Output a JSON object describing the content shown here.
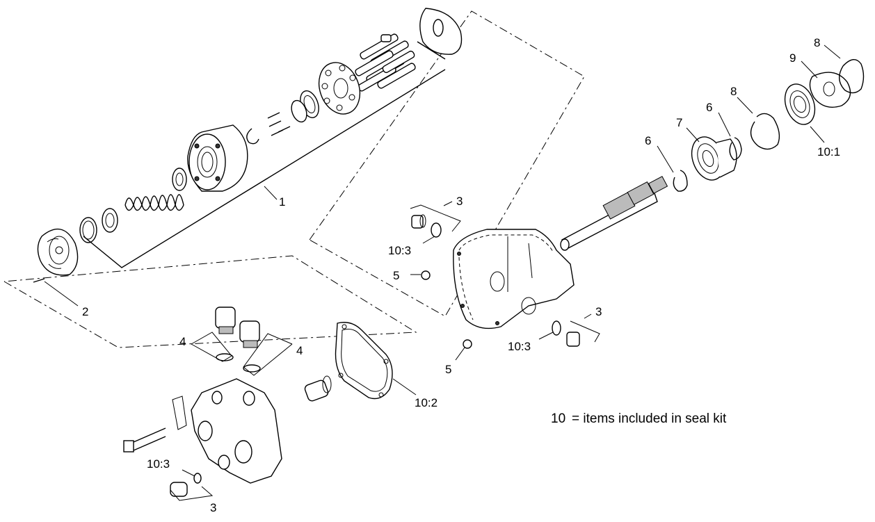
{
  "callouts": [
    {
      "id": "c1",
      "text": "1"
    },
    {
      "id": "c2",
      "text": "2"
    },
    {
      "id": "c3a",
      "text": "3"
    },
    {
      "id": "c3b",
      "text": "3"
    },
    {
      "id": "c3c",
      "text": "3"
    },
    {
      "id": "c4a",
      "text": "4"
    },
    {
      "id": "c4b",
      "text": "4"
    },
    {
      "id": "c5a",
      "text": "5"
    },
    {
      "id": "c5b",
      "text": "5"
    },
    {
      "id": "c6a",
      "text": "6"
    },
    {
      "id": "c6b",
      "text": "6"
    },
    {
      "id": "c7",
      "text": "7"
    },
    {
      "id": "c8a",
      "text": "8"
    },
    {
      "id": "c8b",
      "text": "8"
    },
    {
      "id": "c9",
      "text": "9"
    },
    {
      "id": "c10_1",
      "text": "10:1"
    },
    {
      "id": "c10_2",
      "text": "10:2"
    },
    {
      "id": "c10_3a",
      "text": "10:3"
    },
    {
      "id": "c10_3b",
      "text": "10:3"
    },
    {
      "id": "c10_3c",
      "text": "10:3"
    }
  ],
  "legend": {
    "number": "10",
    "text": "= items included in seal kit"
  }
}
